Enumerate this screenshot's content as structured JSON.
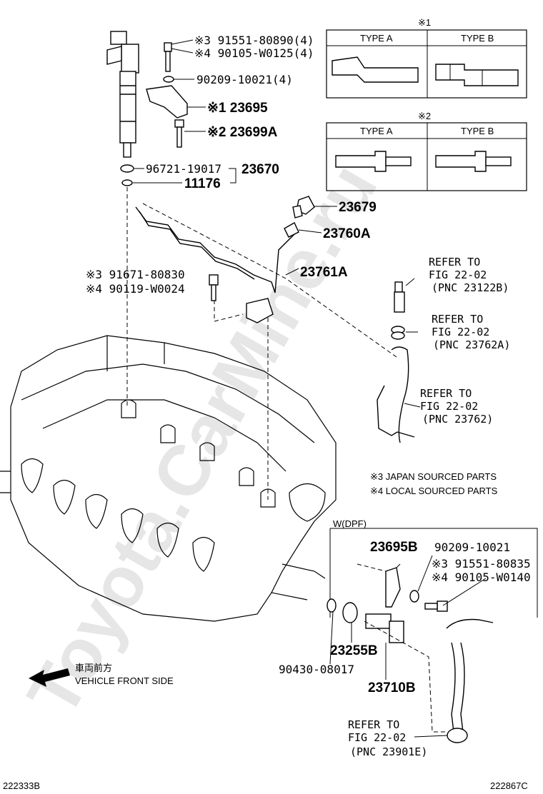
{
  "watermark": "Toyota.CarMine.ru",
  "callouts": {
    "c1_91551_80890": "※3 91551-80890(4)",
    "c1_90105_W0125": "※4 90105-W0125(4)",
    "c1_90209_10021": "90209-10021(4)",
    "c1_23695": "※1 23695",
    "c1_23699A": "※2 23699A",
    "c1_96721_19017": "96721-19017",
    "c1_23670": "23670",
    "c1_11176": "11176",
    "c2_23679": "23679",
    "c2_23760A": "23760A",
    "c2_23761A": "23761A",
    "c2_91671_80830": "※3 91671-80830",
    "c2_90119_W0024": "※4 90119-W0024",
    "d_23695B": "23695B",
    "d_90209_10021": "90209-10021",
    "d_91551_80835": "※3 91551-80835",
    "d_90105_W0140": "※4 90105-W0140",
    "d_23255B": "23255B",
    "d_90430_08017": "90430-08017",
    "d_23710B": "23710B"
  },
  "refs": {
    "r1_line1": "REFER TO",
    "r1_line2": "FIG 22-02",
    "r1_line3": "(PNC 23122B)",
    "r2_line1": "REFER TO",
    "r2_line2": "FIG 22-02",
    "r2_line3": "(PNC 23762A)",
    "r3_line1": "REFER TO",
    "r3_line2": "FIG 22-02",
    "r3_line3": "(PNC 23762)",
    "r4_line1": "REFER TO",
    "r4_line2": "FIG 22-02",
    "r4_line3": "(PNC 23901E)"
  },
  "tables": {
    "t1_mark": "※1",
    "t1_type_a": "TYPE A",
    "t1_type_b": "TYPE B",
    "t2_mark": "※2",
    "t2_type_a": "TYPE A",
    "t2_type_b": "TYPE B"
  },
  "notes": {
    "japan": "※3 JAPAN SOURCED PARTS",
    "local": "※4 LOCAL SOURCED PARTS",
    "dpf": "W(DPF)"
  },
  "front": {
    "jp": "車両前方",
    "en": "VEHICLE FRONT SIDE"
  },
  "codes": {
    "left": "222333B",
    "right": "222867C"
  }
}
